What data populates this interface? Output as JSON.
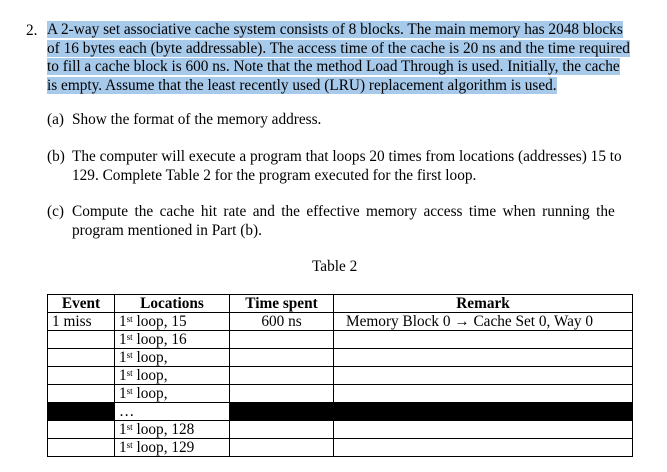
{
  "question": {
    "number": "2.",
    "intro_lines": [
      "A 2-way set associative cache system consists of 8 blocks. The main memory has 2048 blocks",
      "of 16 bytes each (byte addressable). The access time of the cache is 20 ns and the time required",
      "to fill a cache block is 600 ns. Note that the method Load Through is used. Initially, the cache",
      "is empty. Assume that the least recently used (LRU) replacement algorithm is used."
    ],
    "parts": [
      {
        "label": "(a)",
        "lines": [
          "Show the format of the memory address."
        ]
      },
      {
        "label": "(b)",
        "lines": [
          "The computer will execute a program that loops 20 times from locations (addresses) 15 to",
          "129. Complete Table 2 for the program executed for the first loop."
        ]
      },
      {
        "label": "(c)",
        "lines": [
          "Compute the cache hit rate and the effective memory access time when running the",
          "program mentioned in Part (b)."
        ]
      }
    ]
  },
  "table": {
    "caption": "Table 2",
    "headers": [
      "Event",
      "Locations",
      "Time spent",
      "Remark"
    ],
    "rows": [
      {
        "event": "1 miss",
        "ordinal": "1",
        "sup": "st",
        "loop": " loop, 15",
        "time": "600 ns",
        "remark": "Memory Block 0 → Cache Set 0, Way 0"
      },
      {
        "event": "",
        "ordinal": "1",
        "sup": "st",
        "loop": " loop, 16",
        "time": "",
        "remark": ""
      },
      {
        "event": "",
        "ordinal": "1",
        "sup": "st",
        "loop": " loop,",
        "time": "",
        "remark": ""
      },
      {
        "event": "",
        "ordinal": "1",
        "sup": "st",
        "loop": " loop,",
        "time": "",
        "remark": ""
      },
      {
        "event": "",
        "ordinal": "1",
        "sup": "st",
        "loop": " loop,",
        "time": "",
        "remark": ""
      },
      {
        "event": "",
        "ordinal": "",
        "sup": "",
        "loop": "…",
        "time": "",
        "remark": "",
        "blacked": true
      },
      {
        "event": "",
        "ordinal": "1",
        "sup": "st",
        "loop": " loop, 128",
        "time": "",
        "remark": ""
      },
      {
        "event": "",
        "ordinal": "1",
        "sup": "st",
        "loop": " loop, 129",
        "time": "",
        "remark": ""
      }
    ]
  }
}
